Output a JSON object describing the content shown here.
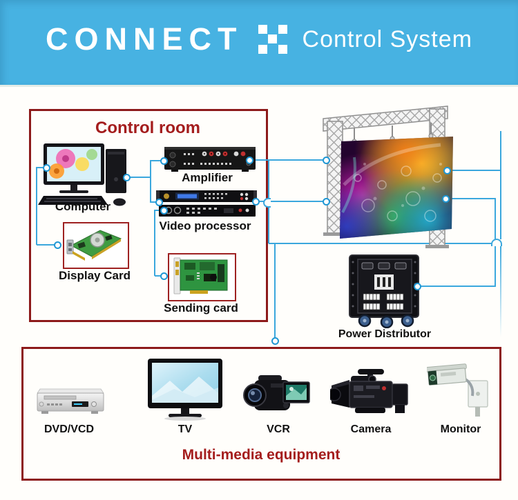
{
  "header": {
    "brand": "CONNECT",
    "title": "Control System",
    "logo_icon": "checker-squares-icon"
  },
  "control_room": {
    "title": "Control room",
    "items": [
      {
        "label": "Computer",
        "icon": "desktop-computer-icon"
      },
      {
        "label": "Amplifier",
        "icon": "amplifier-icon"
      },
      {
        "label": "Video processor",
        "icon": "video-processor-icon"
      },
      {
        "label": "Display Card",
        "icon": "display-card-icon"
      },
      {
        "label": "Sending card",
        "icon": "sending-card-icon"
      }
    ]
  },
  "stage": {
    "led_screen_icon": "led-screen-truss-icon",
    "power_label": "Power Distributor",
    "power_icon": "power-distributor-icon"
  },
  "multimedia": {
    "title": "Multi-media equipment",
    "items": [
      {
        "label": "DVD/VCD",
        "icon": "dvd-player-icon"
      },
      {
        "label": "TV",
        "icon": "tv-icon"
      },
      {
        "label": "VCR",
        "icon": "camcorder-icon"
      },
      {
        "label": "Camera",
        "icon": "broadcast-camera-icon"
      },
      {
        "label": "Monitor",
        "icon": "cctv-monitor-icon"
      }
    ]
  },
  "colors": {
    "banner_blue": "#47b2e2",
    "line_blue": "#3aa7dd",
    "box_red": "#8d1a1a",
    "title_red": "#a41d1d"
  }
}
